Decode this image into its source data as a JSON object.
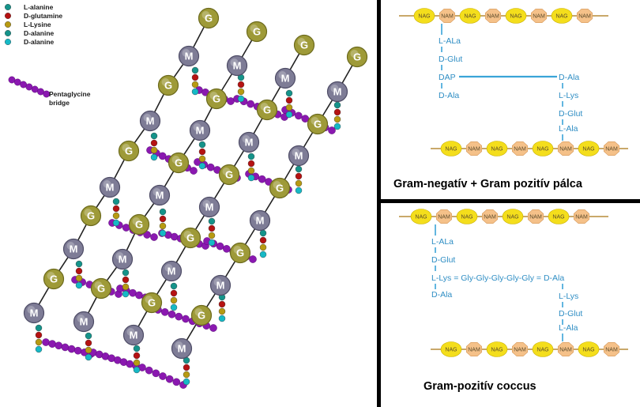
{
  "colors": {
    "g_node": "#9e9a38",
    "m_node": "#7e7c96",
    "l_alanine": "#15938a",
    "d_glutamine": "#b51212",
    "l_lysine": "#b79a12",
    "d_alanine": "#16b9c6",
    "pentaglycine": "#8a18b0",
    "nag": "#f4de1c",
    "nam": "#f5c189",
    "peptide": "#3aa4d8",
    "divider": "#000000"
  },
  "legend": {
    "items": [
      {
        "label": "L-alanine",
        "color": "l_alanine"
      },
      {
        "label": "D-glutamine",
        "color": "d_glutamine"
      },
      {
        "label": "L-Lysine",
        "color": "l_lysine"
      },
      {
        "label": "D-alanine",
        "color": "l_alanine"
      },
      {
        "label": "D-alanine",
        "color": "d_alanine"
      }
    ],
    "bridge_label_line1": "Pentaglycine",
    "bridge_label_line2": "bridge"
  },
  "nodes": {
    "g": "G",
    "m": "M"
  },
  "sugars": {
    "nag": "NAG",
    "nam": "NAM"
  },
  "panel_gram_neg": {
    "left_chain": [
      "L-ALa",
      "D-Glut",
      "DAP",
      "D-Ala"
    ],
    "right_chain": [
      "D-Ala",
      "L-Lys",
      "D-Glut",
      "L-Ala"
    ],
    "caption": "Gram-negatív  + Gram pozitív pálca"
  },
  "panel_gram_pos": {
    "left_chain": [
      "L-ALa",
      "D-Glut"
    ],
    "bridge_row": "L-Lys = Gly-Gly-Gly-Gly-Gly = D-Ala",
    "left_after": "D-Ala",
    "right_chain": [
      "L-Lys",
      "D-Glut",
      "L-Ala"
    ],
    "caption": "Gram-pozitív coccus"
  }
}
